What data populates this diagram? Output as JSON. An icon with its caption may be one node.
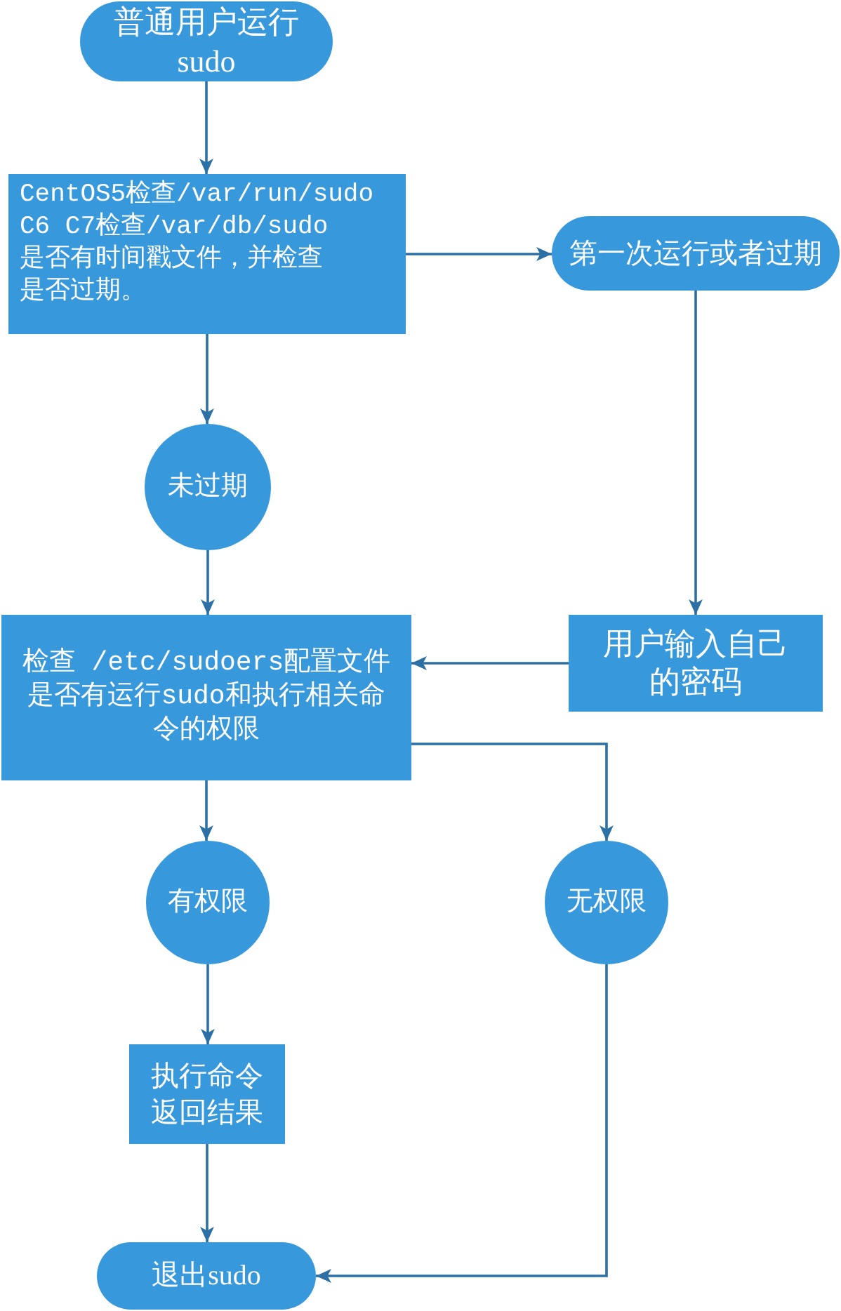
{
  "diagram": {
    "nodes": [
      {
        "text": [
          "普通用户运行sudo"
        ]
      },
      {
        "text": [
          "CentOS5检查/var/run/sudo",
          "C6 C7检查/var/db/sudo",
          "是否有时间戳文件，并检查是否过期。"
        ]
      },
      {
        "text": [
          "第一次运行或者过期"
        ]
      },
      {
        "text": [
          "未过期"
        ]
      },
      {
        "text": [
          "检查 /etc/sudoers配置文件是否有运行sudo和执行相关命令的权限"
        ]
      },
      {
        "text": [
          "用户输入自己的密码"
        ]
      },
      {
        "text": [
          "有权限"
        ]
      },
      {
        "text": [
          "无权限"
        ]
      },
      {
        "text": [
          "执行命令返回结果"
        ]
      },
      {
        "text": [
          "退出sudo"
        ]
      }
    ],
    "edges": [
      {
        "from": 0,
        "to": 1,
        "arrow": "to"
      },
      {
        "from": 1,
        "to": 2,
        "arrow": "to"
      },
      {
        "from": 1,
        "to": 3,
        "arrow": "to"
      },
      {
        "from": 2,
        "to": 5,
        "arrow": "to"
      },
      {
        "from": 3,
        "to": 4,
        "arrow": "to"
      },
      {
        "from": 5,
        "to": 4,
        "arrow": "to"
      },
      {
        "from": 4,
        "to": 6,
        "arrow": "to"
      },
      {
        "from": 4,
        "to": 7,
        "arrow": "to"
      },
      {
        "from": 6,
        "to": 8,
        "arrow": "to"
      },
      {
        "from": 8,
        "to": 9,
        "arrow": "to"
      },
      {
        "from": 7,
        "to": 9,
        "arrow": "to"
      }
    ]
  }
}
